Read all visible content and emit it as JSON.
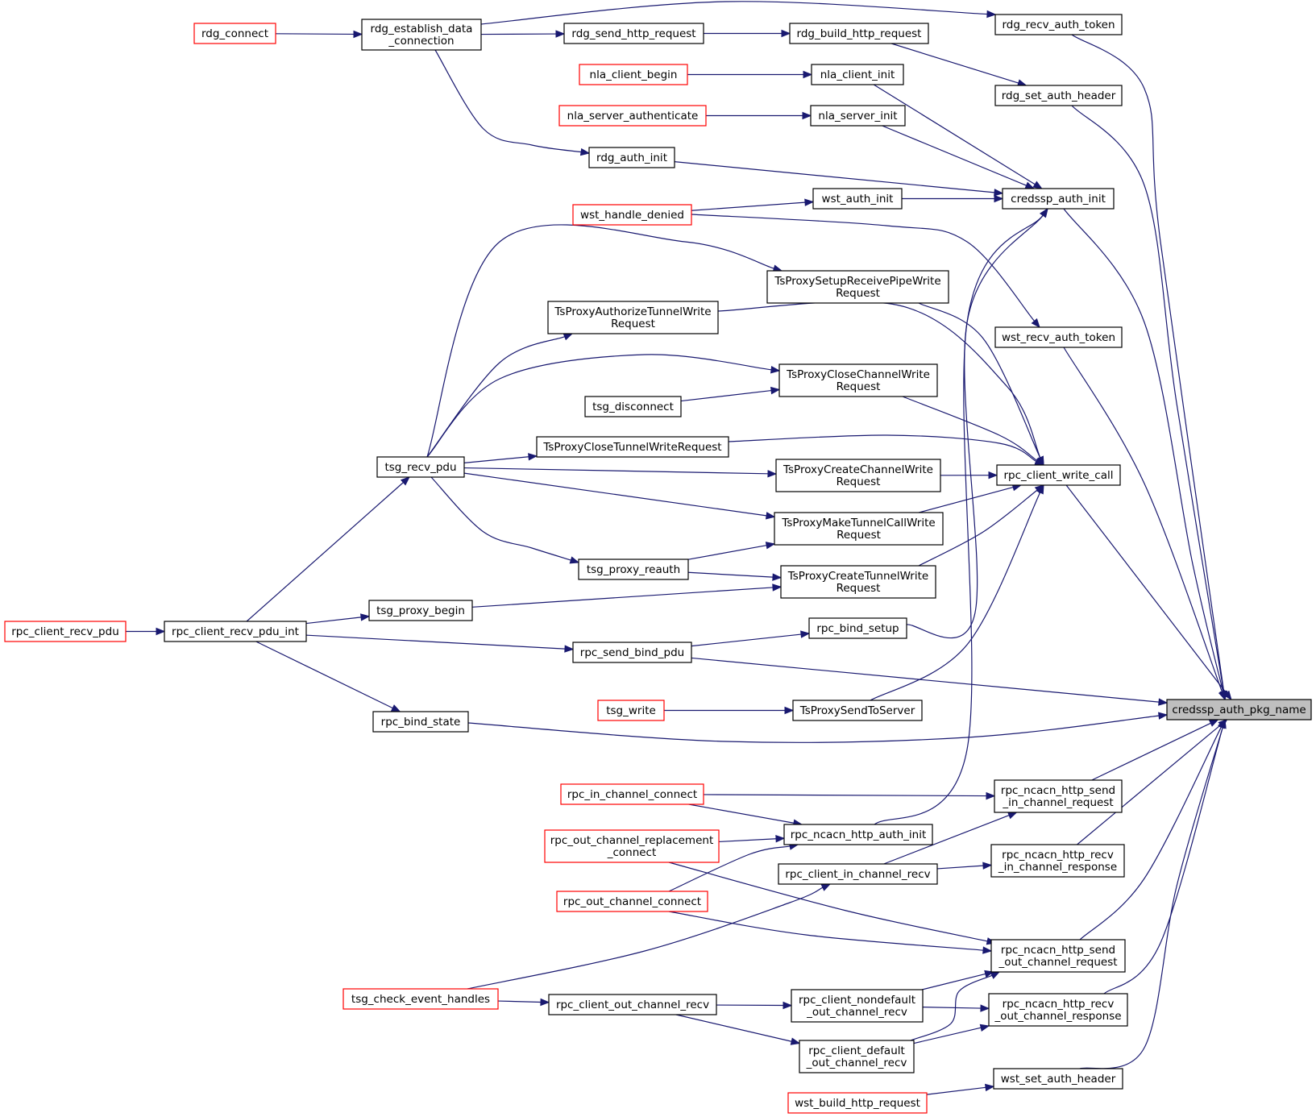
{
  "graph": {
    "colors": {
      "edge": "#191970",
      "node_border_normal": "#000000",
      "node_border_external": "#ff0000",
      "node_fill": "#ffffff",
      "node_fill_focus": "#bfbfbf"
    },
    "focus_node": "credssp_auth_pkg_name",
    "nodes": [
      {
        "id": "rdg_connect",
        "lines": [
          "rdg_connect"
        ],
        "style": "external"
      },
      {
        "id": "rdg_establish",
        "lines": [
          "rdg_establish_data",
          "_connection"
        ],
        "style": "normal"
      },
      {
        "id": "rdg_recv_auth_token",
        "lines": [
          "rdg_recv_auth_token"
        ],
        "style": "normal"
      },
      {
        "id": "rdg_send_http_request",
        "lines": [
          "rdg_send_http_request"
        ],
        "style": "normal"
      },
      {
        "id": "rdg_build_http_request",
        "lines": [
          "rdg_build_http_request"
        ],
        "style": "normal"
      },
      {
        "id": "nla_client_begin",
        "lines": [
          "nla_client_begin"
        ],
        "style": "external"
      },
      {
        "id": "nla_client_init",
        "lines": [
          "nla_client_init"
        ],
        "style": "normal"
      },
      {
        "id": "rdg_set_auth_header",
        "lines": [
          "rdg_set_auth_header"
        ],
        "style": "normal"
      },
      {
        "id": "nla_server_authenticate",
        "lines": [
          "nla_server_authenticate"
        ],
        "style": "external"
      },
      {
        "id": "nla_server_init",
        "lines": [
          "nla_server_init"
        ],
        "style": "normal"
      },
      {
        "id": "rdg_auth_init",
        "lines": [
          "rdg_auth_init"
        ],
        "style": "normal"
      },
      {
        "id": "wst_auth_init",
        "lines": [
          "wst_auth_init"
        ],
        "style": "normal"
      },
      {
        "id": "credssp_auth_init",
        "lines": [
          "credssp_auth_init"
        ],
        "style": "normal"
      },
      {
        "id": "wst_handle_denied",
        "lines": [
          "wst_handle_denied"
        ],
        "style": "external"
      },
      {
        "id": "tsp_setup",
        "lines": [
          "TsProxySetupReceivePipeWrite",
          "Request"
        ],
        "style": "normal"
      },
      {
        "id": "tsp_authorize",
        "lines": [
          "TsProxyAuthorizeTunnelWrite",
          "Request"
        ],
        "style": "normal"
      },
      {
        "id": "wst_recv_auth_token",
        "lines": [
          "wst_recv_auth_token"
        ],
        "style": "normal"
      },
      {
        "id": "tsp_closechannel",
        "lines": [
          "TsProxyCloseChannelWrite",
          "Request"
        ],
        "style": "normal"
      },
      {
        "id": "tsg_disconnect",
        "lines": [
          "tsg_disconnect"
        ],
        "style": "normal"
      },
      {
        "id": "tsp_closetunnel",
        "lines": [
          "TsProxyCloseTunnelWriteRequest"
        ],
        "style": "normal"
      },
      {
        "id": "tsg_recv_pdu",
        "lines": [
          "tsg_recv_pdu"
        ],
        "style": "normal"
      },
      {
        "id": "tsp_createchannel",
        "lines": [
          "TsProxyCreateChannelWrite",
          "Request"
        ],
        "style": "normal"
      },
      {
        "id": "rpc_client_write_call",
        "lines": [
          "rpc_client_write_call"
        ],
        "style": "normal"
      },
      {
        "id": "tsp_maketunnelcall",
        "lines": [
          "TsProxyMakeTunnelCallWrite",
          "Request"
        ],
        "style": "normal"
      },
      {
        "id": "tsg_proxy_reauth",
        "lines": [
          "tsg_proxy_reauth"
        ],
        "style": "normal"
      },
      {
        "id": "tsp_createtunnel",
        "lines": [
          "TsProxyCreateTunnelWrite",
          "Request"
        ],
        "style": "normal"
      },
      {
        "id": "tsg_proxy_begin",
        "lines": [
          "tsg_proxy_begin"
        ],
        "style": "normal"
      },
      {
        "id": "rpc_client_recv_pdu",
        "lines": [
          "rpc_client_recv_pdu"
        ],
        "style": "external"
      },
      {
        "id": "rpc_client_recv_pdu_int",
        "lines": [
          "rpc_client_recv_pdu_int"
        ],
        "style": "normal"
      },
      {
        "id": "rpc_bind_setup",
        "lines": [
          "rpc_bind_setup"
        ],
        "style": "normal"
      },
      {
        "id": "rpc_send_bind_pdu",
        "lines": [
          "rpc_send_bind_pdu"
        ],
        "style": "normal"
      },
      {
        "id": "credssp_auth_pkg_name",
        "lines": [
          "credssp_auth_pkg_name"
        ],
        "style": "focus"
      },
      {
        "id": "tsg_write",
        "lines": [
          "tsg_write"
        ],
        "style": "external"
      },
      {
        "id": "tsp_sendtoserver",
        "lines": [
          "TsProxySendToServer"
        ],
        "style": "normal"
      },
      {
        "id": "rpc_bind_state",
        "lines": [
          "rpc_bind_state"
        ],
        "style": "normal"
      },
      {
        "id": "rpc_in_channel_connect",
        "lines": [
          "rpc_in_channel_connect"
        ],
        "style": "external"
      },
      {
        "id": "ncacn_send_in",
        "lines": [
          "rpc_ncacn_http_send",
          "_in_channel_request"
        ],
        "style": "normal"
      },
      {
        "id": "rpc_out_channel_replacement",
        "lines": [
          "rpc_out_channel_replacement",
          "_connect"
        ],
        "style": "external"
      },
      {
        "id": "ncacn_auth_init",
        "lines": [
          "rpc_ncacn_http_auth_init"
        ],
        "style": "normal"
      },
      {
        "id": "ncacn_recv_in",
        "lines": [
          "rpc_ncacn_http_recv",
          "_in_channel_response"
        ],
        "style": "normal"
      },
      {
        "id": "rpc_client_in_channel_recv",
        "lines": [
          "rpc_client_in_channel_recv"
        ],
        "style": "normal"
      },
      {
        "id": "rpc_out_channel_connect",
        "lines": [
          "rpc_out_channel_connect"
        ],
        "style": "external"
      },
      {
        "id": "ncacn_send_out",
        "lines": [
          "rpc_ncacn_http_send",
          "_out_channel_request"
        ],
        "style": "normal"
      },
      {
        "id": "tsg_check_event_handles",
        "lines": [
          "tsg_check_event_handles"
        ],
        "style": "external"
      },
      {
        "id": "rpc_client_out_channel_recv",
        "lines": [
          "rpc_client_out_channel_recv"
        ],
        "style": "normal"
      },
      {
        "id": "rpc_client_nondefault",
        "lines": [
          "rpc_client_nondefault",
          "_out_channel_recv"
        ],
        "style": "normal"
      },
      {
        "id": "ncacn_recv_out",
        "lines": [
          "rpc_ncacn_http_recv",
          "_out_channel_response"
        ],
        "style": "normal"
      },
      {
        "id": "rpc_client_default",
        "lines": [
          "rpc_client_default",
          "_out_channel_recv"
        ],
        "style": "normal"
      },
      {
        "id": "wst_set_auth_header",
        "lines": [
          "wst_set_auth_header"
        ],
        "style": "normal"
      },
      {
        "id": "wst_build_http_request",
        "lines": [
          "wst_build_http_request"
        ],
        "style": "external"
      }
    ],
    "edges": [
      [
        "rdg_connect",
        "rdg_establish"
      ],
      [
        "rdg_establish",
        "rdg_recv_auth_token"
      ],
      [
        "rdg_establish",
        "rdg_send_http_request"
      ],
      [
        "rdg_send_http_request",
        "rdg_build_http_request"
      ],
      [
        "rdg_build_http_request",
        "rdg_set_auth_header"
      ],
      [
        "rdg_establish",
        "rdg_auth_init"
      ],
      [
        "nla_client_begin",
        "nla_client_init"
      ],
      [
        "nla_server_authenticate",
        "nla_server_init"
      ],
      [
        "nla_client_init",
        "credssp_auth_init"
      ],
      [
        "nla_server_init",
        "credssp_auth_init"
      ],
      [
        "rdg_auth_init",
        "credssp_auth_init"
      ],
      [
        "wst_auth_init",
        "credssp_auth_init"
      ],
      [
        "wst_handle_denied",
        "wst_auth_init"
      ],
      [
        "wst_handle_denied",
        "wst_recv_auth_token"
      ],
      [
        "rpc_bind_setup",
        "credssp_auth_init"
      ],
      [
        "ncacn_auth_init",
        "credssp_auth_init"
      ],
      [
        "tsg_recv_pdu",
        "tsp_setup"
      ],
      [
        "tsg_recv_pdu",
        "tsp_authorize"
      ],
      [
        "tsg_recv_pdu",
        "tsp_closechannel"
      ],
      [
        "tsg_disconnect",
        "tsp_closechannel"
      ],
      [
        "tsg_recv_pdu",
        "tsp_closetunnel"
      ],
      [
        "tsg_recv_pdu",
        "tsp_createchannel"
      ],
      [
        "tsg_recv_pdu",
        "tsp_maketunnelcall"
      ],
      [
        "tsg_recv_pdu",
        "tsg_proxy_reauth"
      ],
      [
        "tsg_proxy_reauth",
        "tsp_maketunnelcall"
      ],
      [
        "tsg_proxy_reauth",
        "tsp_createtunnel"
      ],
      [
        "tsg_proxy_begin",
        "tsp_createtunnel"
      ],
      [
        "rpc_client_recv_pdu",
        "rpc_client_recv_pdu_int"
      ],
      [
        "rpc_client_recv_pdu_int",
        "tsg_recv_pdu"
      ],
      [
        "rpc_client_recv_pdu_int",
        "tsg_proxy_begin"
      ],
      [
        "rpc_client_recv_pdu_int",
        "rpc_send_bind_pdu"
      ],
      [
        "rpc_client_recv_pdu_int",
        "rpc_bind_state"
      ],
      [
        "tsp_setup",
        "rpc_client_write_call"
      ],
      [
        "tsp_authorize",
        "rpc_client_write_call"
      ],
      [
        "tsp_closechannel",
        "rpc_client_write_call"
      ],
      [
        "tsp_closetunnel",
        "rpc_client_write_call"
      ],
      [
        "tsp_createchannel",
        "rpc_client_write_call"
      ],
      [
        "tsp_maketunnelcall",
        "rpc_client_write_call"
      ],
      [
        "tsp_createtunnel",
        "rpc_client_write_call"
      ],
      [
        "tsp_sendtoserver",
        "rpc_client_write_call"
      ],
      [
        "rpc_send_bind_pdu",
        "rpc_bind_setup"
      ],
      [
        "tsg_write",
        "tsp_sendtoserver"
      ],
      [
        "rpc_in_channel_connect",
        "ncacn_send_in"
      ],
      [
        "rpc_in_channel_connect",
        "ncacn_auth_init"
      ],
      [
        "rpc_out_channel_replacement",
        "ncacn_auth_init"
      ],
      [
        "rpc_out_channel_connect",
        "ncacn_auth_init"
      ],
      [
        "rpc_client_in_channel_recv",
        "ncacn_send_in"
      ],
      [
        "rpc_client_in_channel_recv",
        "ncacn_recv_in"
      ],
      [
        "rpc_out_channel_replacement",
        "ncacn_send_out"
      ],
      [
        "rpc_out_channel_connect",
        "ncacn_send_out"
      ],
      [
        "rpc_client_nondefault",
        "ncacn_send_out"
      ],
      [
        "rpc_client_default",
        "ncacn_send_out"
      ],
      [
        "tsg_check_event_handles",
        "rpc_client_in_channel_recv"
      ],
      [
        "tsg_check_event_handles",
        "rpc_client_out_channel_recv"
      ],
      [
        "rpc_client_out_channel_recv",
        "rpc_client_nondefault"
      ],
      [
        "rpc_client_out_channel_recv",
        "rpc_client_default"
      ],
      [
        "rpc_client_nondefault",
        "ncacn_recv_out"
      ],
      [
        "rpc_client_default",
        "ncacn_recv_out"
      ],
      [
        "wst_build_http_request",
        "wst_set_auth_header"
      ],
      [
        "rdg_recv_auth_token",
        "credssp_auth_pkg_name"
      ],
      [
        "rdg_set_auth_header",
        "credssp_auth_pkg_name"
      ],
      [
        "credssp_auth_init",
        "credssp_auth_pkg_name"
      ],
      [
        "wst_recv_auth_token",
        "credssp_auth_pkg_name"
      ],
      [
        "rpc_client_write_call",
        "credssp_auth_pkg_name"
      ],
      [
        "rpc_send_bind_pdu",
        "credssp_auth_pkg_name"
      ],
      [
        "rpc_bind_state",
        "credssp_auth_pkg_name"
      ],
      [
        "ncacn_send_in",
        "credssp_auth_pkg_name"
      ],
      [
        "ncacn_recv_in",
        "credssp_auth_pkg_name"
      ],
      [
        "ncacn_send_out",
        "credssp_auth_pkg_name"
      ],
      [
        "ncacn_recv_out",
        "credssp_auth_pkg_name"
      ],
      [
        "wst_set_auth_header",
        "credssp_auth_pkg_name"
      ]
    ]
  }
}
